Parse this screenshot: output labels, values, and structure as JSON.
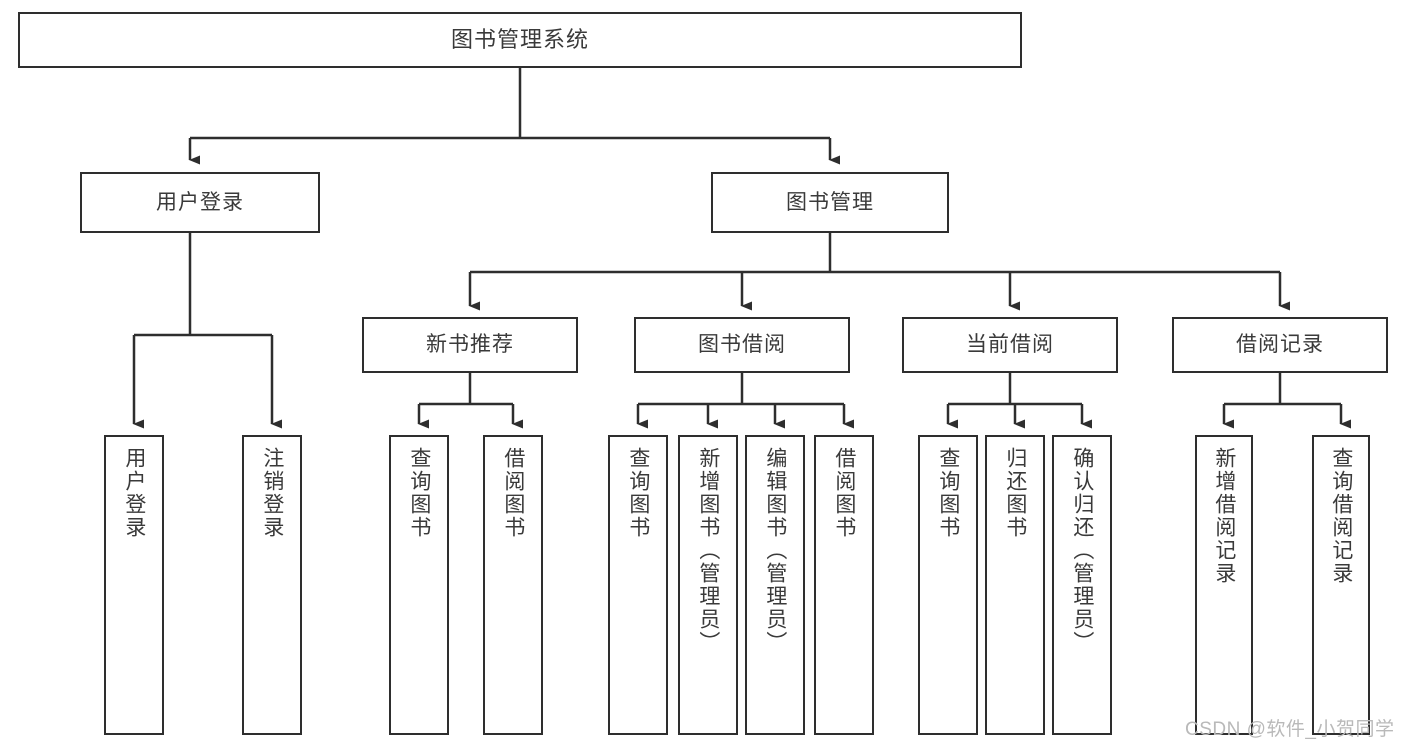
{
  "diagram": {
    "title": "图书管理系统",
    "type": "tree-hierarchy",
    "root": {
      "label": "图书管理系统",
      "id": "root"
    },
    "level2": [
      {
        "id": "user-login",
        "label": "用户登录"
      },
      {
        "id": "book-manage",
        "label": "图书管理"
      }
    ],
    "level3": [
      {
        "id": "new-book-recommend",
        "label": "新书推荐",
        "parent": "book-manage"
      },
      {
        "id": "book-borrow",
        "label": "图书借阅",
        "parent": "book-manage"
      },
      {
        "id": "current-borrow",
        "label": "当前借阅",
        "parent": "book-manage"
      },
      {
        "id": "borrow-record",
        "label": "借阅记录",
        "parent": "book-manage"
      }
    ],
    "leaves": [
      {
        "id": "leaf-user-login",
        "label": "用户登录",
        "parent": "user-login"
      },
      {
        "id": "leaf-logout",
        "label": "注销登录",
        "parent": "user-login"
      },
      {
        "id": "leaf-query-book-1",
        "label": "查询图书",
        "parent": "new-book-recommend"
      },
      {
        "id": "leaf-borrow-book-1",
        "label": "借阅图书",
        "parent": "new-book-recommend"
      },
      {
        "id": "leaf-query-book-2",
        "label": "查询图书",
        "parent": "book-borrow"
      },
      {
        "id": "leaf-add-book",
        "label": "新增图书（管理员）",
        "parent": "book-borrow"
      },
      {
        "id": "leaf-edit-book",
        "label": "编辑图书（管理员）",
        "parent": "book-borrow"
      },
      {
        "id": "leaf-borrow-book-2",
        "label": "借阅图书",
        "parent": "book-borrow"
      },
      {
        "id": "leaf-query-book-3",
        "label": "查询图书",
        "parent": "current-borrow"
      },
      {
        "id": "leaf-return-book",
        "label": "归还图书",
        "parent": "current-borrow"
      },
      {
        "id": "leaf-confirm-return",
        "label": "确认归还（管理员）",
        "parent": "current-borrow"
      },
      {
        "id": "leaf-add-record",
        "label": "新增借阅记录",
        "parent": "borrow-record"
      },
      {
        "id": "leaf-query-record",
        "label": "查询借阅记录",
        "parent": "borrow-record"
      }
    ],
    "watermark": "CSDN @软件_小贺同学",
    "colors": {
      "stroke": "#2e2e2e",
      "text": "#3a3a3a",
      "background": "#ffffff",
      "watermark": "#b9b9b9"
    }
  }
}
